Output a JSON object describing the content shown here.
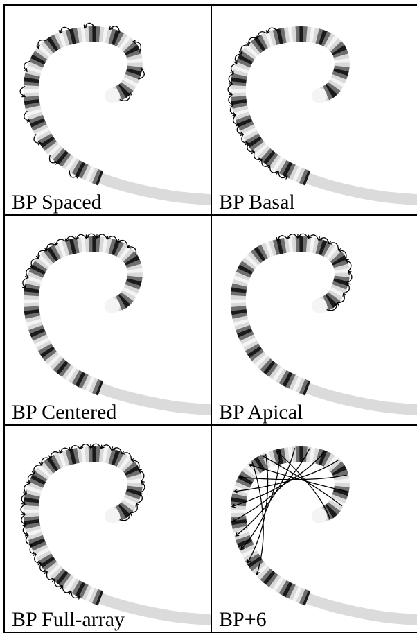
{
  "figure": {
    "panels": [
      {
        "id": "spaced",
        "label": "BP Spaced",
        "mode": "spaced"
      },
      {
        "id": "basal",
        "label": "BP Basal",
        "mode": "basal"
      },
      {
        "id": "centered",
        "label": "BP Centered",
        "mode": "centered"
      },
      {
        "id": "apical",
        "label": "BP Apical",
        "mode": "apical"
      },
      {
        "id": "full-array",
        "label": "BP Full-array",
        "mode": "full"
      },
      {
        "id": "bp6",
        "label": "BP+6",
        "mode": "bp6"
      }
    ]
  },
  "colors": {
    "band_dark": "#1a1a1a",
    "band_mid": "#6e6e6e",
    "band_light": "#d9d9d9",
    "band_white": "#f4f4f4",
    "lead": "#bdbdbd",
    "arc": "#000000"
  }
}
